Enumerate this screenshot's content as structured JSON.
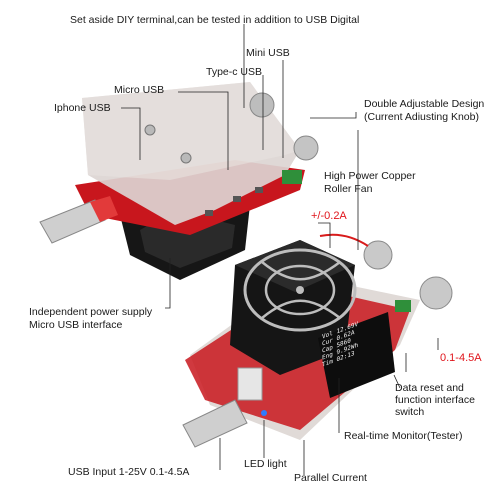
{
  "labels": {
    "top_caption": "Set aside DIY terminal,can be tested in addition to USB Digital",
    "mini_usb": "Mini USB",
    "type_c_usb": "Type-c USB",
    "micro_usb": "Micro USB",
    "iphone_usb": "Iphone USB",
    "double_adjustable_1": "Double Adjustable Design",
    "double_adjustable_2": "(Current Adiusting Knob)",
    "fan_1": "High Power Copper",
    "fan_2": "Roller Fan",
    "tolerance": "+/-0.2A",
    "range": "0.1-4.5A",
    "independent_1": "Independent power supply",
    "independent_2": "Micro USB interface",
    "data_reset_1": "Data reset and",
    "data_reset_2": "function interface",
    "data_reset_3": "switch",
    "realtime": "Real-time Monitor(Tester)",
    "usb_input": "USB Input 1-25V 0.1-4.5A",
    "led": "LED light",
    "parallel": "Parallel Current"
  },
  "display": {
    "line1": "Vol 12.69V",
    "line2": "Cur 0.62A",
    "line3": "Cap 5860",
    "line4": "Eng 9.92Wh",
    "line5": "Tim 02:13"
  },
  "colors": {
    "pcb_red": "#c8161d",
    "accent_red": "#e0141b",
    "fan_black": "#1b1b1b",
    "acrylic": "#d9d2cf"
  }
}
